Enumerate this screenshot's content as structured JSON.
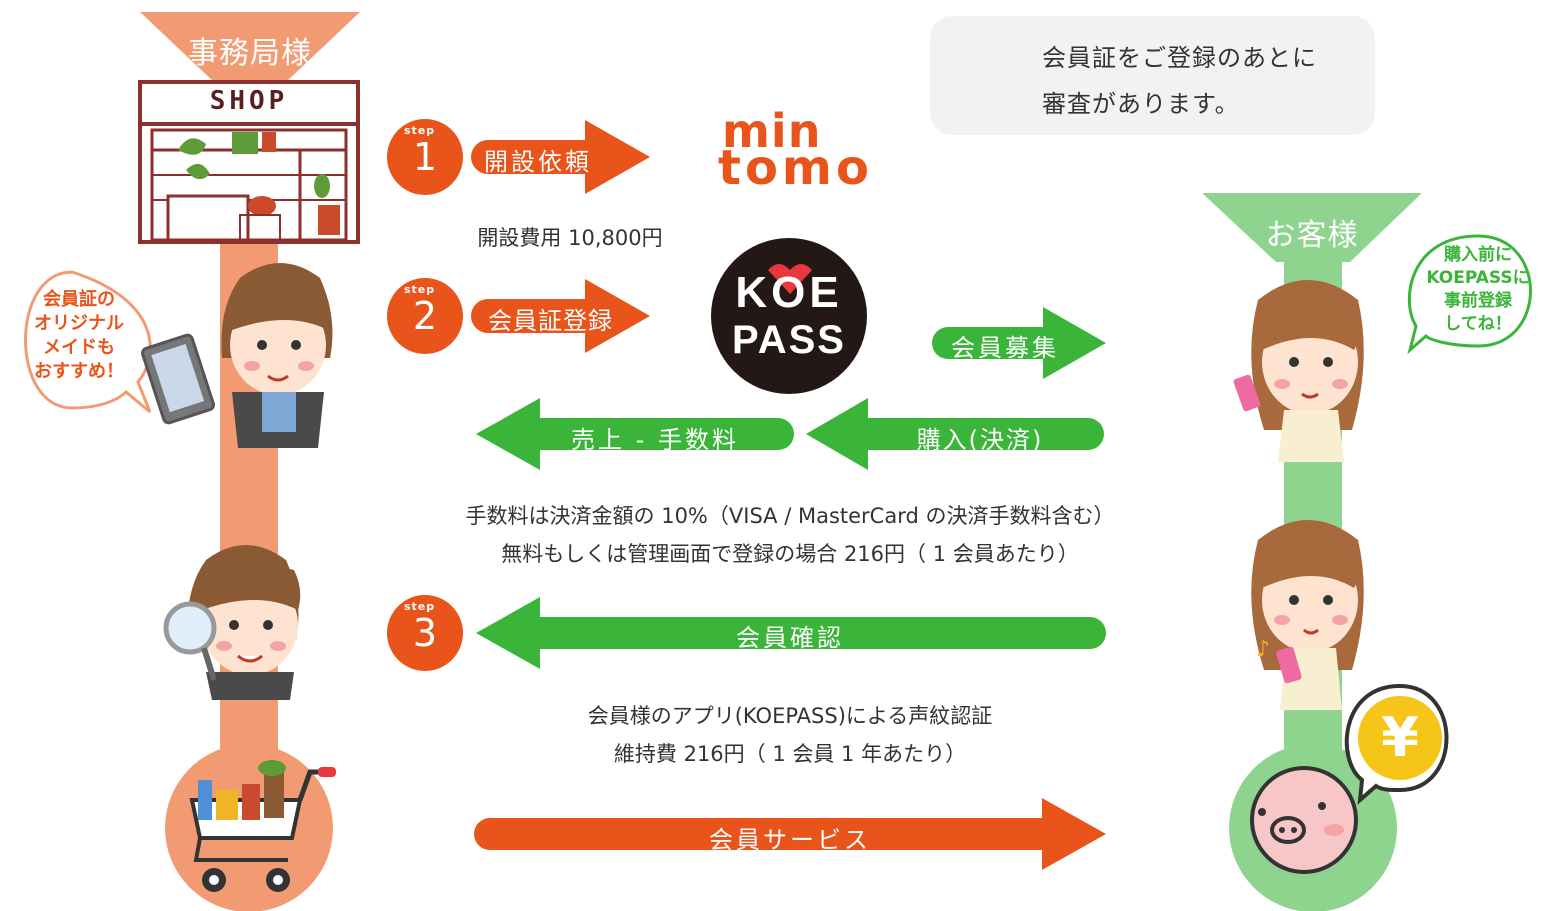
{
  "shop": {
    "title": "事務局様",
    "sign": "SHOP"
  },
  "customer": {
    "title": "お客様"
  },
  "notice": {
    "line1": "会員証をご登録のあとに",
    "line2": "審査があります。"
  },
  "shop_bubble": {
    "line1": "会員証の",
    "line2": "オリジナル",
    "line3": "メイドも",
    "line4": "おすすめ！"
  },
  "customer_bubble": {
    "line1": "購入前に",
    "line2": "KOEPASSに",
    "line3": "事前登録",
    "line4": "してね！"
  },
  "steps": [
    {
      "word": "step",
      "number": "1",
      "label": "開設依頼"
    },
    {
      "word": "step",
      "number": "2",
      "label": "会員証登録"
    },
    {
      "word": "step",
      "number": "3",
      "label": "会員確認"
    }
  ],
  "logos": {
    "mintomo_top": "min",
    "mintomo_bottom": "tomo",
    "koepass_top": "KOE",
    "koepass_bottom": "PASS"
  },
  "arrows": {
    "recruit": "会員募集",
    "purchase": "購入(決済)",
    "sales": "売上 - 手数料",
    "service": "会員サービス"
  },
  "notes": {
    "fee": "開設費用 10,800円",
    "commission1": "手数料は決済金額の 10%（VISA / MasterCard の決済手数料含む）",
    "commission2": "無料もしくは管理画面で登録の場合 216円（ 1 会員あたり）",
    "auth1": "会員様のアプリ(KOEPASS)による声紋認証",
    "auth2": "維持費 216円（ 1 会員 1 年あたり）"
  },
  "coin_symbol": "¥",
  "colors": {
    "orange": "#e8541a",
    "salmon": "#f29b73",
    "green": "#3ab53a",
    "light_green": "#8ed48e",
    "brown": "#8b2f2f"
  }
}
